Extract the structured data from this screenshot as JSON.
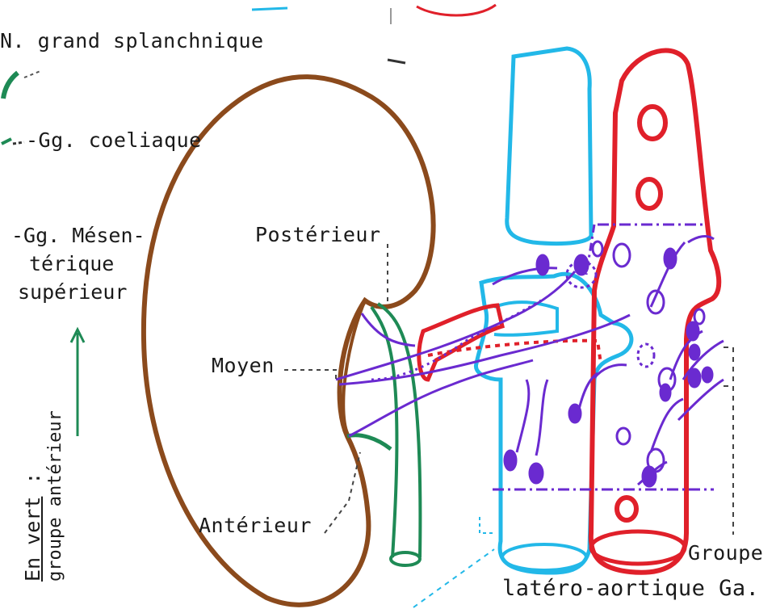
{
  "labels": {
    "grand_splanchnique": "N. grand splanchnique",
    "coeliaque": "-Gg. coeliaque",
    "mesenterique": [
      "-Gg. Mésen-",
      "térique",
      "supérieur"
    ],
    "posterieur": "Postérieur",
    "moyen": "Moyen",
    "anterieur": "Antérieur",
    "groupe": "Groupe",
    "latero_aortique": "latéro-aortique Ga.",
    "en_vert": "En vert",
    "en_vert_quote": " :",
    "groupe_anterieur": "groupe antérieur"
  },
  "colors": {
    "kidney": "#8b4a1c",
    "ureter": "#1e8a55",
    "vein": "#22b8e8",
    "artery": "#e0202a",
    "nerves": "#6a2ad0",
    "text": "#1a1a1a"
  }
}
